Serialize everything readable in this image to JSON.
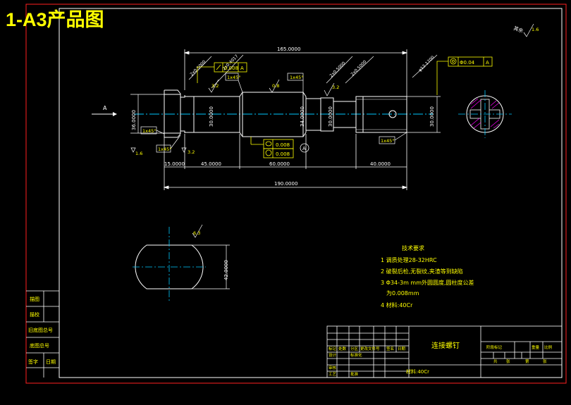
{
  "header": {
    "title": "1-A3产品图"
  },
  "colors": {
    "frame": "#ff2020",
    "line": "#ffffff",
    "dim": "#ffffff",
    "center": "#00c8ff",
    "annot": "#ffff00",
    "hatch": "#ff00ff",
    "title_text": "#ffff00"
  },
  "dims": {
    "top_165": "165.0000",
    "bottom_190": "190.0000",
    "seg_15": "15.0000",
    "seg_45": "45.0000",
    "seg_60": "60.0000",
    "seg_40": "40.0000",
    "dia_36": "36.0000",
    "dia_30a": "30.0000",
    "dia_34": "34.0000",
    "dia_30b": "30.0000",
    "dia_30c": "30.0000",
    "sec_42": "42.0000"
  },
  "leaders": {
    "l1": "2x0.5000",
    "l2": "2x0.4017",
    "l3": "2x0.5000",
    "l4": "2x0.5000",
    "l5": "φ12.1700"
  },
  "chamfers": {
    "c1": "1x45°",
    "c2": "1x45°",
    "c3": "1x45°",
    "c4": "1x45°",
    "c5": "1x45°"
  },
  "roughness": {
    "r1": "3.2",
    "r2": "0.8",
    "r3": "1.6",
    "r4": "6.3",
    "r5": "3.2",
    "r6": "1.6",
    "r7": "3.2"
  },
  "tolerances": {
    "t1_value": "0.008",
    "t1_datum": "A",
    "t2_value": "0.008",
    "t3_value": "0.008",
    "t4_value": "Φ0.04",
    "t4_datum": "A"
  },
  "datum": {
    "a_label": "A",
    "a2_label": "A",
    "a3_label": "A"
  },
  "corner_note": "其余",
  "tech": {
    "heading": "技术要求",
    "items": [
      "1 调质处理28-32HRC",
      "2 破裂后检,无裂纹,夹渣等到缺陷",
      "3 Φ34-3m mm外圆圆度,圆柱度公差",
      "为0.008mm",
      "4 材料:40Cr"
    ]
  },
  "title_block": {
    "part_name": "连接螺钉",
    "material": "材料:40Cr",
    "sign_row": [
      "标记",
      "处数",
      "分区",
      "更改文件号",
      "签名",
      "日期"
    ],
    "rows": [
      "设计",
      "审核",
      "工艺"
    ],
    "std": "标准化",
    "approve": "批准",
    "right_header": [
      "阶段标记",
      "重量",
      "比例"
    ],
    "sheet": [
      "共",
      "张",
      "第",
      "张"
    ]
  },
  "side_strip": [
    "描图",
    "描校",
    "旧底图总号",
    "底图总号",
    "签字",
    "日期"
  ]
}
